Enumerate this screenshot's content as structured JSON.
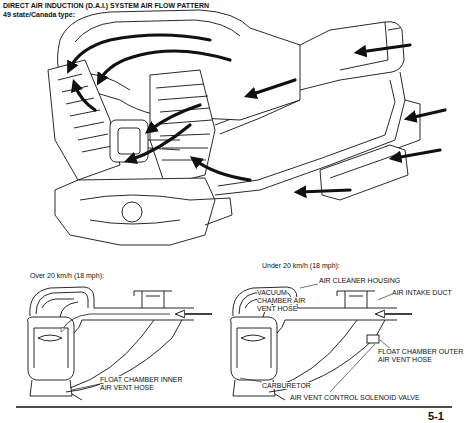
{
  "diagram": {
    "title": "DIRECT AIR INDUCTION (D.A.I.) SYSTEM AIR FLOW PATTERN",
    "labels": [
      "49 state/Canada type:",
      "Under 20 km/h (18 mph):",
      "Over 20 km/h (18 mph):",
      "AIR CLEANER HOUSING",
      "VACUUM CHAMBER AIR VENT HOSE",
      "AIR INTAKE DUCT",
      "FLOAT CHAMBER OUTER AIR VENT HOSE",
      "CARBURETOR",
      "AIR VENT CONTROL SOLENOID VALVE",
      "FLOAT CHAMBER INNER AIR VENT HOSE",
      "5-1"
    ]
  }
}
